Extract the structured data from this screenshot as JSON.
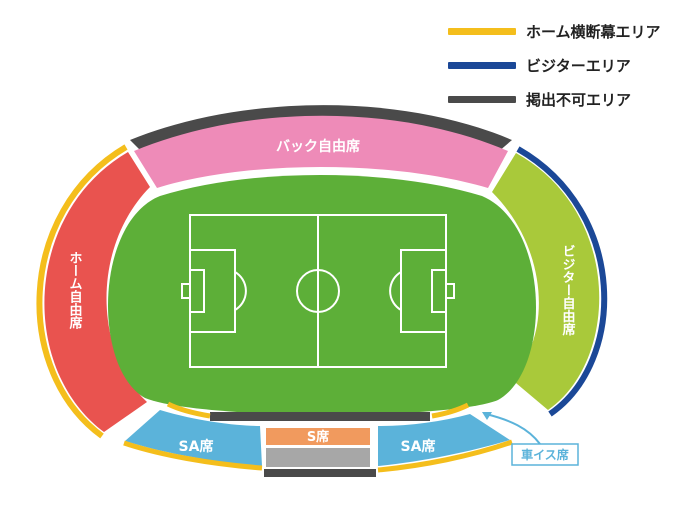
{
  "colors": {
    "home_banner": "#F4BE1C",
    "visitor": "#1B4897",
    "no_display": "#4A4A4A",
    "pitch": "#5DAF38",
    "back_seat": "#EE8BB8",
    "home_seat": "#E9534F",
    "visitor_seat": "#A9C93A",
    "sa_seat": "#5BB3DA",
    "s_seat": "#F19A5E",
    "s_gray": "#A7A7A7",
    "wheelchair": "#5BB3DA"
  },
  "legend": [
    {
      "label": "ホーム横断幕エリア",
      "color": "#F4BE1C"
    },
    {
      "label": "ビジターエリア",
      "color": "#1B4897"
    },
    {
      "label": "掲出不可エリア",
      "color": "#4A4A4A"
    }
  ],
  "sections": {
    "back": "バック自由席",
    "home": "ホーム自由席",
    "visitor": "ビジター自由席",
    "sa_left": "SA席",
    "s_center": "S席",
    "sa_right": "SA席",
    "wheelchair": "車イス席"
  }
}
